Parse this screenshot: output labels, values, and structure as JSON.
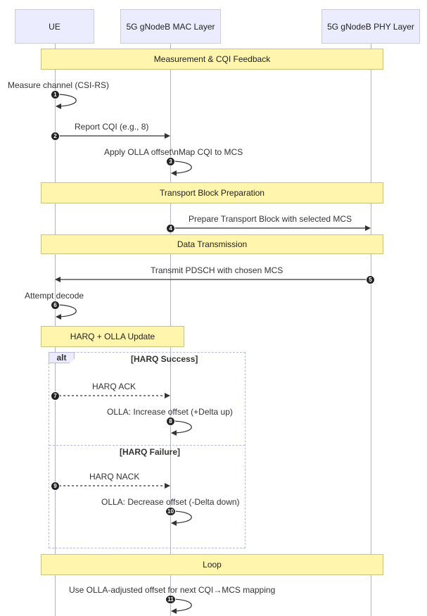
{
  "actors": {
    "ue": "UE",
    "mac": "5G gNodeB MAC Layer",
    "phy": "5G gNodeB PHY Layer"
  },
  "notes": {
    "measurement": "Measurement & CQI Feedback",
    "transport": "Transport Block Preparation",
    "data_tx": "Data Transmission",
    "harq": "HARQ + OLLA Update",
    "loop": "Loop"
  },
  "messages": [
    {
      "num": "1",
      "label": "Measure channel (CSI-RS)",
      "type": "self",
      "line": "solid"
    },
    {
      "num": "2",
      "label": "Report CQI (e.g., 8)",
      "type": "solid",
      "line": "solid"
    },
    {
      "num": "3",
      "label": "Apply OLLA offset\\nMap CQI to MCS",
      "type": "self",
      "line": "solid"
    },
    {
      "num": "4",
      "label": "Prepare Transport Block with selected MCS",
      "type": "solid",
      "line": "solid"
    },
    {
      "num": "5",
      "label": "Transmit PDSCH with chosen MCS",
      "type": "solid",
      "line": "solid"
    },
    {
      "num": "6",
      "label": "Attempt decode",
      "type": "self",
      "line": "solid"
    },
    {
      "num": "7",
      "label": "HARQ ACK",
      "type": "dotted",
      "line": "dotted"
    },
    {
      "num": "8",
      "label": "OLLA: Increase offset (+Delta up)",
      "type": "self",
      "line": "solid"
    },
    {
      "num": "9",
      "label": "HARQ NACK",
      "type": "dotted",
      "line": "dotted"
    },
    {
      "num": "10",
      "label": "OLLA: Decrease offset (-Delta down)",
      "type": "self",
      "line": "solid"
    },
    {
      "num": "11",
      "label": "Use OLLA-adjusted offset for next CQI→MCS mapping",
      "type": "self",
      "line": "solid"
    }
  ],
  "alt": {
    "tag": "alt",
    "success": "[HARQ Success]",
    "failure": "[HARQ Failure]"
  },
  "colors": {
    "actor_bg": "#ececff",
    "note_bg": "#fff5ad",
    "line": "#333333",
    "badge": "#222222"
  }
}
